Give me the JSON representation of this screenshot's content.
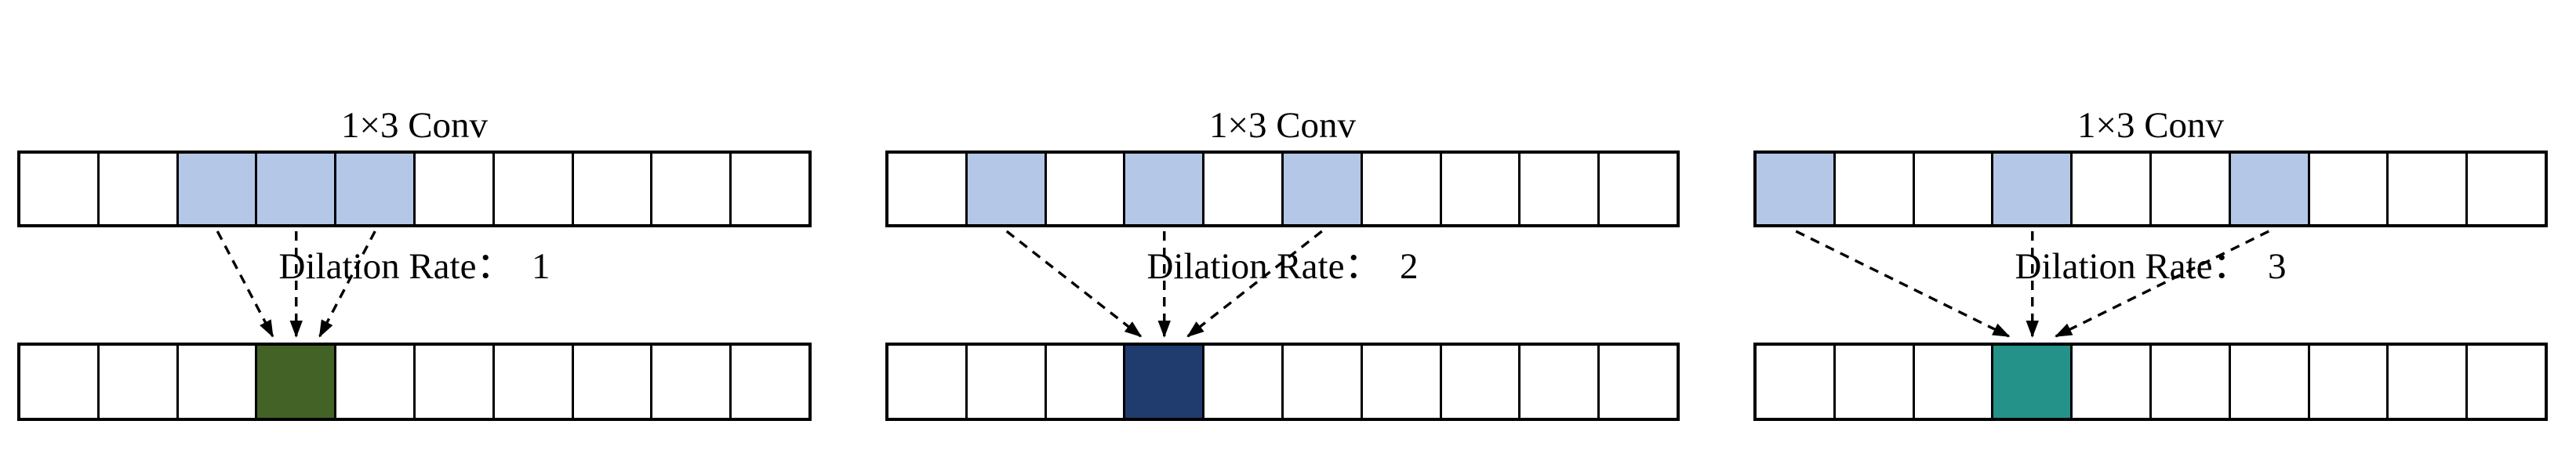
{
  "figure": {
    "background_color": "#ffffff",
    "line_color": "#000000",
    "cell_default_fill": "#ffffff",
    "input_highlight_color": "#b4c7e7",
    "panels": [
      {
        "title_line1": "1×3 Conv",
        "title_line2": "Dilation Rate：  1",
        "kernel_size": "1×3",
        "dilation_rate": 1,
        "input_row": {
          "num_cells": 10,
          "highlighted_cells": [
            3,
            4,
            5
          ],
          "highlight_color": "#b4c7e7"
        },
        "output_row": {
          "num_cells": 10,
          "highlighted_cells": [
            4
          ],
          "highlight_color": "#426325"
        },
        "arrows": {
          "style": "dashed",
          "color": "#000000",
          "from_input_cells": [
            3,
            4,
            5
          ],
          "to_output_cell": 4
        }
      },
      {
        "title_line1": "1×3 Conv",
        "title_line2": "Dilation Rate：  2",
        "kernel_size": "1×3",
        "dilation_rate": 2,
        "input_row": {
          "num_cells": 10,
          "highlighted_cells": [
            2,
            4,
            6
          ],
          "highlight_color": "#b4c7e7"
        },
        "output_row": {
          "num_cells": 10,
          "highlighted_cells": [
            4
          ],
          "highlight_color": "#203c6f"
        },
        "arrows": {
          "style": "dashed",
          "color": "#000000",
          "from_input_cells": [
            2,
            4,
            6
          ],
          "to_output_cell": 4
        }
      },
      {
        "title_line1": "1×3 Conv",
        "title_line2": "Dilation Rate：  3",
        "kernel_size": "1×3",
        "dilation_rate": 3,
        "input_row": {
          "num_cells": 10,
          "highlighted_cells": [
            1,
            4,
            7
          ],
          "highlight_color": "#b4c7e7"
        },
        "output_row": {
          "num_cells": 10,
          "highlighted_cells": [
            4
          ],
          "highlight_color": "#249288"
        },
        "arrows": {
          "style": "dashed",
          "color": "#000000",
          "from_input_cells": [
            1,
            4,
            7
          ],
          "to_output_cell": 4
        }
      }
    ]
  }
}
